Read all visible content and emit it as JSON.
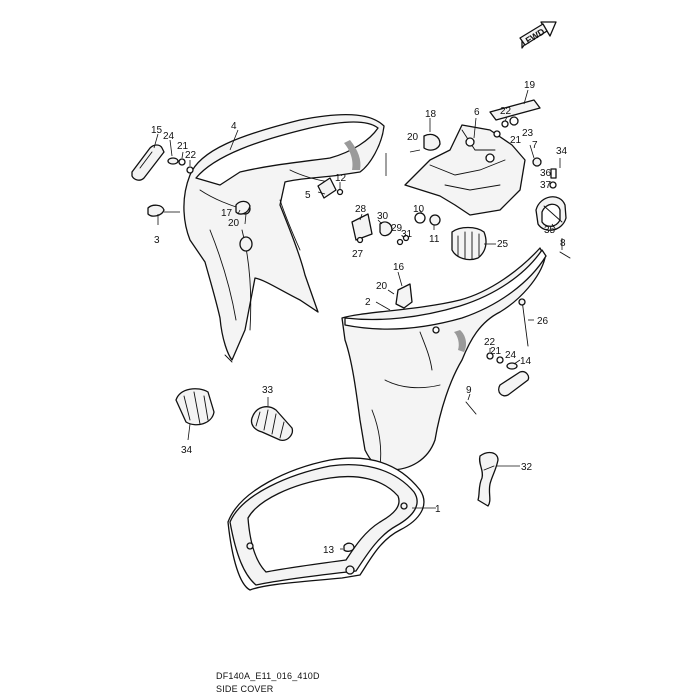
{
  "diagram": {
    "code": "DF140A_E11_016_410D",
    "title": "SIDE COVER",
    "direction_label": "FWD",
    "callouts": {
      "c1": "1",
      "c2": "2",
      "c3": "3",
      "c4": "4",
      "c5": "5",
      "c6": "6",
      "c7": "7",
      "c8": "8",
      "c9": "9",
      "c10": "10",
      "c11": "11",
      "c12": "12",
      "c13": "13",
      "c14": "14",
      "c15": "15",
      "c16": "16",
      "c17": "17",
      "c18": "18",
      "c19": "19",
      "c20a": "20",
      "c20b": "20",
      "c20c": "20",
      "c21a": "21",
      "c21b": "21",
      "c21c": "21",
      "c22a": "22",
      "c22b": "22",
      "c22c": "22",
      "c23": "23",
      "c24a": "24",
      "c24b": "24",
      "c25": "25",
      "c26": "26",
      "c27": "27",
      "c28": "28",
      "c29": "29",
      "c30": "30",
      "c31": "31",
      "c32": "32",
      "c33": "33",
      "c34a": "34",
      "c34b": "34",
      "c35": "35",
      "c36": "36",
      "c37": "37"
    }
  }
}
